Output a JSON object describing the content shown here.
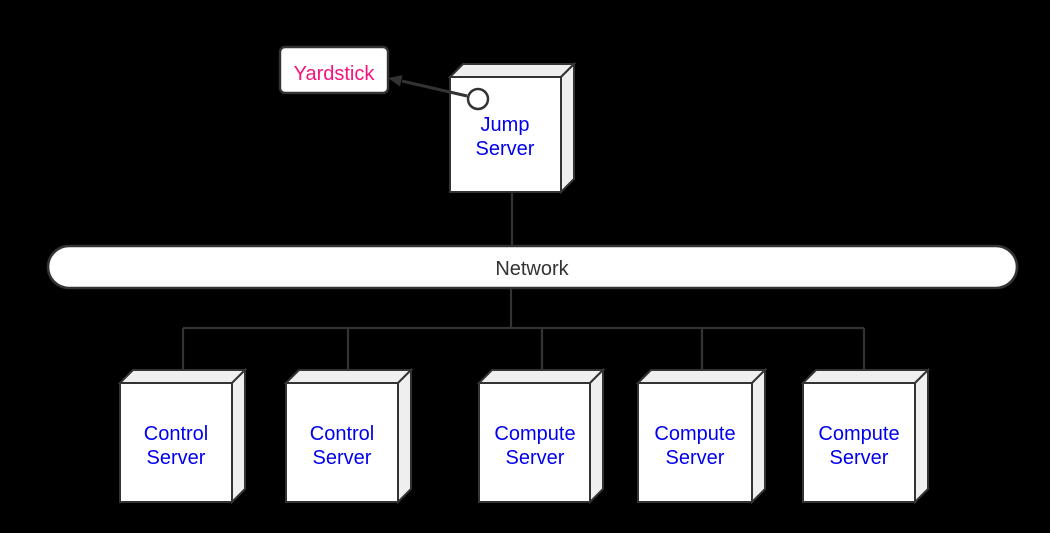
{
  "canvas": {
    "background": "#000000"
  },
  "styles": {
    "edge_color": "#333333",
    "node_face_color": "#ffffff",
    "node_side_color": "#efefef",
    "server_label_color": "#0000EE",
    "yardstick_label_color": "#F8127E",
    "network_label_color": "#333333"
  },
  "yardstick": {
    "label": "Yardstick"
  },
  "jump_server": {
    "line1": "Jump",
    "line2": "Server"
  },
  "network": {
    "label": "Network"
  },
  "servers": [
    {
      "line1": "Control",
      "line2": "Server"
    },
    {
      "line1": "Control",
      "line2": "Server"
    },
    {
      "line1": "Compute",
      "line2": "Server"
    },
    {
      "line1": "Compute",
      "line2": "Server"
    },
    {
      "line1": "Compute",
      "line2": "Server"
    }
  ]
}
